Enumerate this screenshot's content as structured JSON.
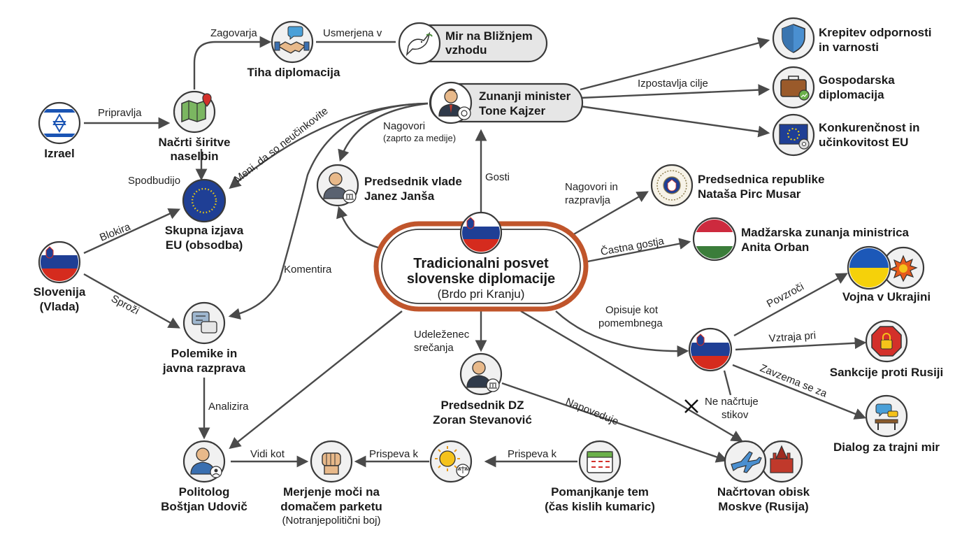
{
  "central": {
    "title_line1": "Tradicionalni posvet",
    "title_line2": "slovenske diplomacije",
    "subtitle": "(Brdo pri Kranju)"
  },
  "nodes": {
    "izrael": "Izrael",
    "nacrti_line1": "Načrti širitve",
    "nacrti_line2": "naselbin",
    "tiha": "Tiha diplomacija",
    "mir_line1": "Mir na Bližnjem",
    "mir_line2": "vzhodu",
    "minister_line1": "Zunanji minister",
    "minister_line2": "Tone Kajzer",
    "krepitev_line1": "Krepitev odpornosti",
    "krepitev_line2": "in varnosti",
    "gospodarska_line1": "Gospodarska",
    "gospodarska_line2": "diplomacija",
    "konkurencnost_line1": "Konkurenčnost in",
    "konkurencnost_line2": "učinkovitost EU",
    "skupna_line1": "Skupna izjava",
    "skupna_line2": "EU (obsodba)",
    "premier_line1": "Predsednik vlade",
    "premier_line2": "Janez Janša",
    "predsednica_line1": "Predsednica republike",
    "predsednica_line2": "Nataša Pirc Musar",
    "orban_line1": "Madžarska zunanja ministrica",
    "orban_line2": "Anita Orban",
    "slovenija_line1": "Slovenija",
    "slovenija_line2": "(Vlada)",
    "vojna": "Vojna v Ukrajini",
    "sankcije": "Sankcije proti Rusiji",
    "dialog": "Dialog za trajni mir",
    "polemike_line1": "Polemike in",
    "polemike_line2": "javna razprava",
    "dz_line1": "Predsednik DZ",
    "dz_line2": "Zoran Stevanović",
    "politolog_line1": "Politolog",
    "politolog_line2": "Boštjan Udovič",
    "merjenje_line1": "Merjenje moči na",
    "merjenje_line2": "domačem parketu",
    "merjenje_sub": "(Notranjepolitični boj)",
    "pomanjkanje_line1": "Pomanjkanje tem",
    "pomanjkanje_line2": "(čas kislih kumaric)",
    "moskva_line1": "Načrtovan obisk",
    "moskva_line2": "Moskve (Rusija)"
  },
  "edges": {
    "pripravlja": "Pripravlja",
    "zagovarja": "Zagovarja",
    "usmerjena_v": "Usmerjena v",
    "izpostavlja_cilje": "Izpostavlja cilje",
    "nagovori_line1": "Nagovori",
    "nagovori_line2": "(zaprto za medije)",
    "meni": "Meni, da so neučinkovite",
    "spodbudijo": "Spodbudijo",
    "blokira": "Blokira",
    "sprozi": "Sproži",
    "gosti": "Gosti",
    "nagovori_razpravlja_line1": "Nagovori in",
    "nagovori_razpravlja_line2": "razpravlja",
    "castna_gostja": "Častna gostja",
    "komentira": "Komentira",
    "opisuje_line1": "Opisuje kot",
    "opisuje_line2": "pomembnega",
    "povzroci": "Povzroči",
    "vztraja_pri": "Vztraja pri",
    "zavzema": "Zavzema se za",
    "ne_nacrtuje_line1": "Ne načrtuje",
    "ne_nacrtuje_line2": "stikov",
    "analizira": "Analizira",
    "udelezenec_line1": "Udeleženec",
    "udelezenec_line2": "srečanja",
    "napoveduje": "Napoveduje",
    "vidi_kot": "Vidi kot",
    "prispeva_k_1": "Prispeva k",
    "prispeva_k_2": "Prispeva k"
  },
  "icons": {
    "izrael": "israel-flag-icon",
    "nacrti": "map-pin-icon",
    "tiha": "handshake-icon",
    "mir": "dove-icon",
    "minister": "minister-icon",
    "krepitev": "shield-icon",
    "gospodarska": "briefcase-icon",
    "konkurencnost": "eu-flag-gear-icon",
    "skupna": "eu-flag-icon",
    "premier": "premier-icon",
    "predsednica": "presidential-seal-icon",
    "orban": "hungary-flag-icon",
    "slovenija": "slovenia-flag-icon",
    "vojna": "ukraine-flag-explosion-icon",
    "sankcije": "stop-lock-icon",
    "dialog": "dialog-table-icon",
    "polemike": "chat-bubbles-icon",
    "dz": "dz-president-icon",
    "politolog": "analyst-icon",
    "merjenje": "fist-icon",
    "pomanjkanje": "calendar-icon",
    "sun_scale": "sun-scale-icon",
    "moskva": "plane-kremlin-icon"
  },
  "colors": {
    "central_border": "#c0552b",
    "edge": "#4a4a4a",
    "eu_blue": "#1f3f95",
    "slovenia_red": "#d52b1e",
    "ukraine_blue": "#1c58b8",
    "ukraine_yellow": "#f5d10a",
    "hungary_green": "#3b7d3a",
    "stop_red": "#d3302a"
  }
}
